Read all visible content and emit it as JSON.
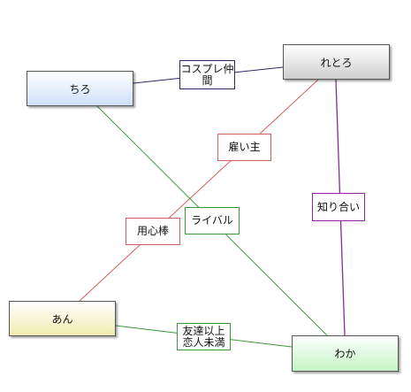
{
  "nodes": {
    "chiro": "ちろ",
    "retoro": "れとろ",
    "an": "あん",
    "waka": "わか"
  },
  "edges": {
    "cosplay": "コスプレ仲\n間",
    "yatoinushi": "雇い主",
    "shiriai": "知り合い",
    "rival": "ライバル",
    "youjinbou": "用心棒",
    "tomodachi": "友達以上\n恋人未満"
  },
  "colors": {
    "cosplay": "#2a2a66",
    "yatoinushi": "#d06060",
    "shiriai": "#8a2a9a",
    "rival": "#3a9a3a",
    "tomodachi": "#3a9a3a",
    "chiro_fill": "#cfe0f7",
    "retoro_fill": "#cfcfcf",
    "an_fill": "#f0ecb0",
    "waka_fill": "#c4f5c4"
  }
}
